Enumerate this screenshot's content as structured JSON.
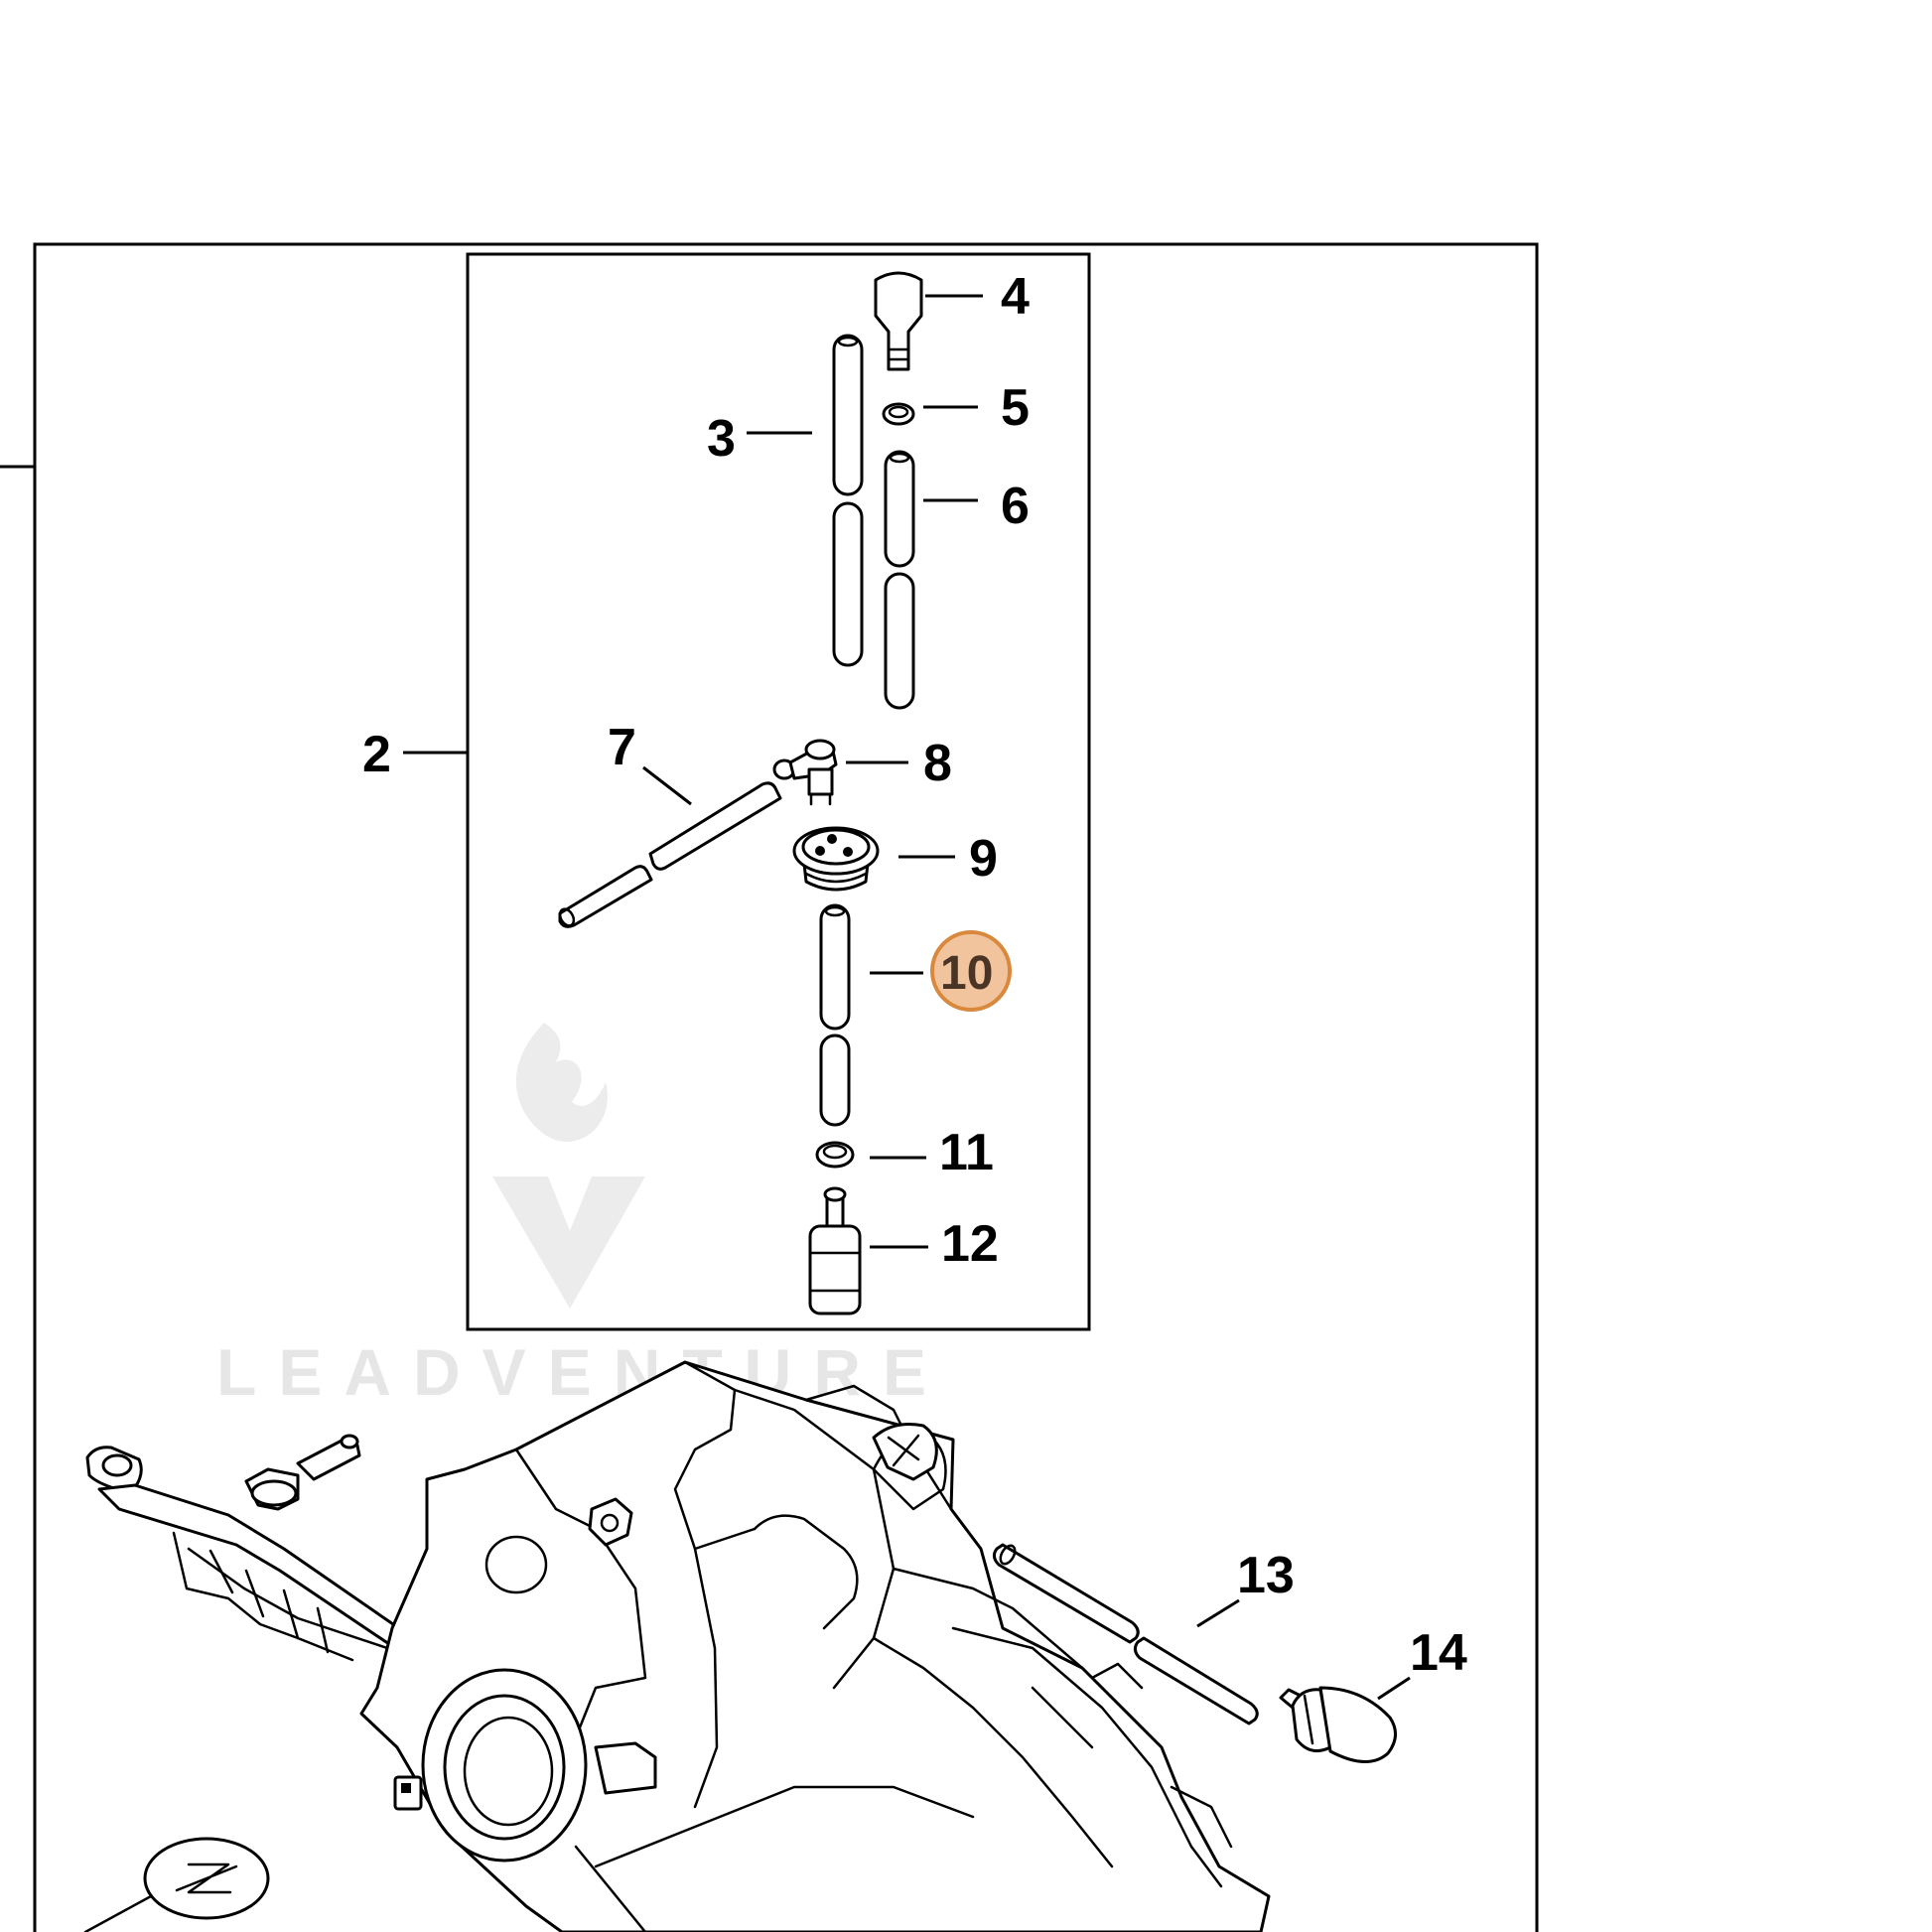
{
  "callouts": [
    {
      "id": "2",
      "label": "2"
    },
    {
      "id": "3",
      "label": "3"
    },
    {
      "id": "4",
      "label": "4"
    },
    {
      "id": "5",
      "label": "5"
    },
    {
      "id": "6",
      "label": "6"
    },
    {
      "id": "7",
      "label": "7"
    },
    {
      "id": "8",
      "label": "8"
    },
    {
      "id": "9",
      "label": "9"
    },
    {
      "id": "10",
      "label": "10",
      "highlighted": true
    },
    {
      "id": "11",
      "label": "11"
    },
    {
      "id": "12",
      "label": "12"
    },
    {
      "id": "13",
      "label": "13"
    },
    {
      "id": "14",
      "label": "14"
    }
  ],
  "highlight_color": "#f2c49d",
  "highlight_stroke": "#d9893e",
  "watermark": {
    "text": "LEADVENTURE",
    "icon": "flame-v-logo"
  }
}
